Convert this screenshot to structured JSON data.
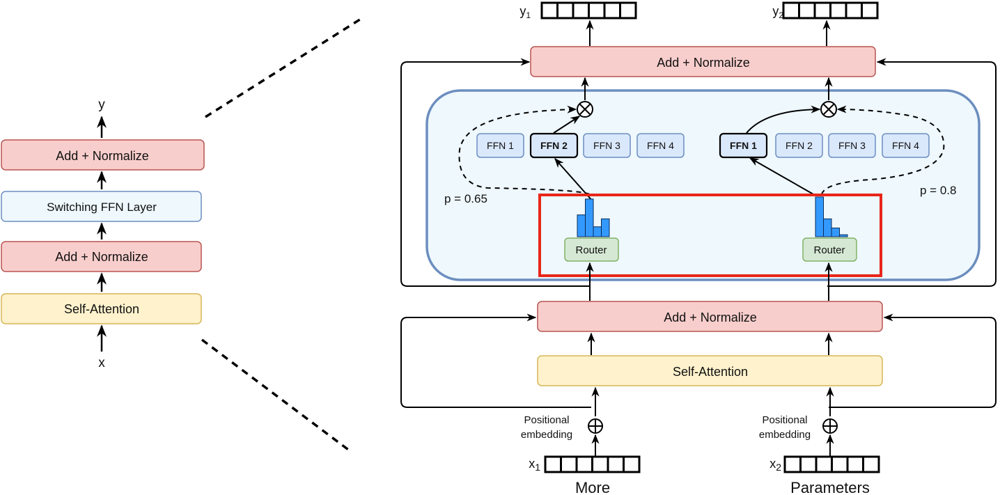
{
  "overview": {
    "output_label": "y",
    "input_label": "x",
    "blocks": [
      {
        "label": "Add + Normalize",
        "kind": "addnorm"
      },
      {
        "label": "Switching FFN Layer",
        "kind": "switch"
      },
      {
        "label": "Add + Normalize",
        "kind": "addnorm"
      },
      {
        "label": "Self-Attention",
        "kind": "attention"
      }
    ]
  },
  "detail": {
    "top_add_norm": "Add + Normalize",
    "bottom_add_norm": "Add + Normalize",
    "self_attention": "Self-Attention",
    "outputs": [
      {
        "label": "y",
        "sub": "1"
      },
      {
        "label": "y",
        "sub": "2"
      }
    ],
    "inputs": [
      {
        "label": "x",
        "sub": "1",
        "word": "More",
        "pos_label_1": "Positional",
        "pos_label_2": "embedding"
      },
      {
        "label": "x",
        "sub": "2",
        "word": "Parameters",
        "pos_label_1": "Positional",
        "pos_label_2": "embedding"
      }
    ],
    "token_cells": 6,
    "switch_layer": {
      "tokens": [
        {
          "experts": [
            "FFN 1",
            "FFN 2",
            "FFN 3",
            "FFN 4"
          ],
          "selected_index": 1,
          "probability_label": "p = 0.65",
          "router_label": "Router",
          "router_probs": [
            0.55,
            0.95,
            0.25,
            0.45
          ]
        },
        {
          "experts": [
            "FFN 1",
            "FFN 2",
            "FFN 3",
            "FFN 4"
          ],
          "selected_index": 0,
          "probability_label": "p = 0.8",
          "router_label": "Router",
          "router_probs": [
            1.0,
            0.45,
            0.22,
            0.05
          ]
        }
      ]
    }
  },
  "colors": {
    "addnorm_fill": "#f8cecc",
    "addnorm_stroke": "#b85450",
    "switch_fill": "#eef8fd",
    "switch_stroke": "#6c8ebf",
    "attention_fill": "#fff2cc",
    "attention_stroke": "#d6b656",
    "expert_fill": "#dae8fc",
    "expert_stroke": "#6c8ebf",
    "router_fill": "#d5e8d4",
    "router_stroke": "#82b366",
    "bar_fill": "#3399ff",
    "highlight": "#e8261a"
  }
}
